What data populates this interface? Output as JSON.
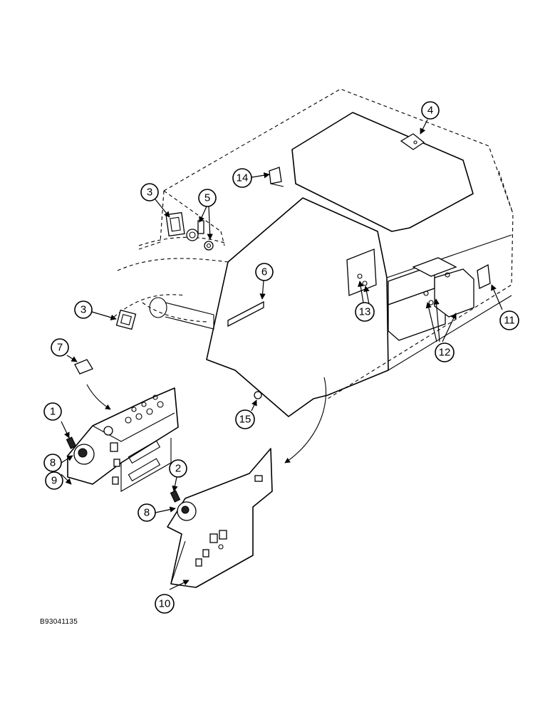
{
  "callouts": {
    "c1": "1",
    "c2": "2",
    "c3a": "3",
    "c3b": "3",
    "c4": "4",
    "c5": "5",
    "c6": "6",
    "c7": "7",
    "c8a": "8",
    "c8b": "8",
    "c9": "9",
    "c10": "10",
    "c11": "11",
    "c12": "12",
    "c13": "13",
    "c14": "14",
    "c15": "15"
  },
  "figure_code": "B93041135"
}
